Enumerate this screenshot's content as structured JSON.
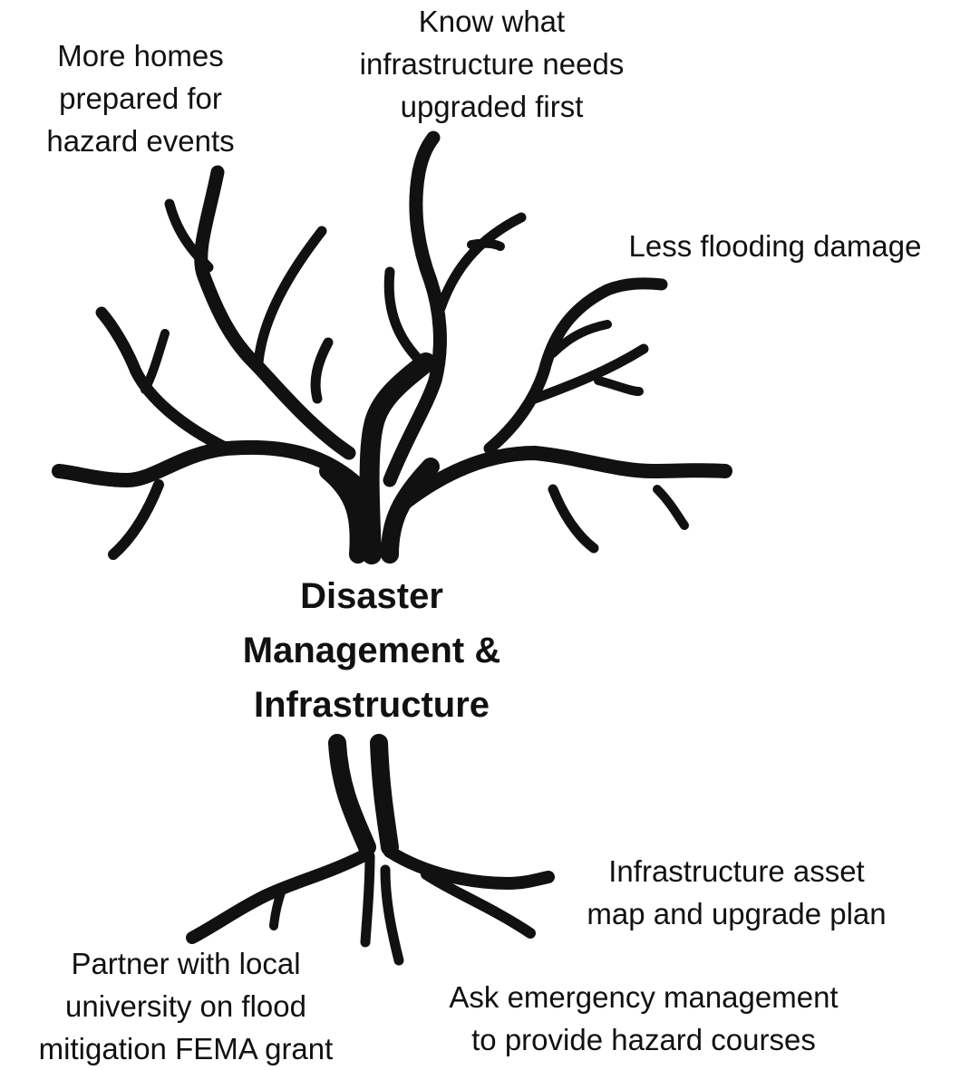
{
  "center_title": "Disaster\nManagement &\nInfrastructure",
  "outcomes": [
    {
      "id": "homes",
      "text": "More homes\nprepared for\nhazard events"
    },
    {
      "id": "infra",
      "text": "Know what\ninfrastructure needs\nupgraded first"
    },
    {
      "id": "flooding",
      "text": "Less flooding damage"
    }
  ],
  "actions": [
    {
      "id": "asset-map",
      "text": "Infrastructure asset\nmap and upgrade plan"
    },
    {
      "id": "university",
      "text": "Partner with local\nuniversity on flood\nmitigation FEMA grant"
    },
    {
      "id": "emergency",
      "text": "Ask emergency management\nto provide hazard courses"
    }
  ],
  "colors": {
    "ink": "#111111",
    "background": "#ffffff"
  }
}
